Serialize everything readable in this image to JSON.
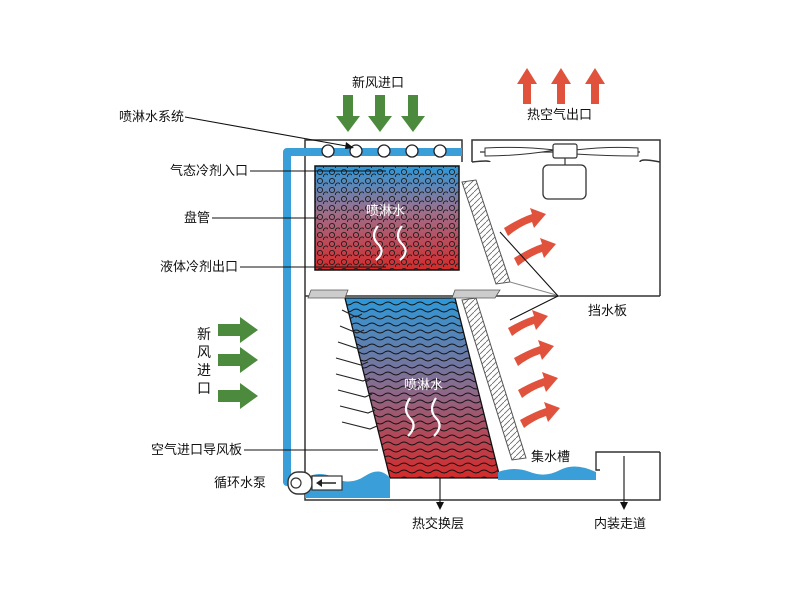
{
  "labels": {
    "fresh_air_top": "新风进口",
    "hot_air_out": "热空气出口",
    "spray_system": "喷淋水系统",
    "gas_refrigerant_in": "气态冷剂入口",
    "coil": "盘管",
    "liquid_refrigerant_out": "液体冷剂出口",
    "fresh_air_side": "新风进口",
    "air_inlet_louver": "空气进口导风板",
    "circulating_pump": "循环水泵",
    "drift_eliminator": "挡水板",
    "water_basin": "集水槽",
    "heat_exchange_layer": "热交换层",
    "inner_walkway": "内装走道",
    "spray_water_coil": "喷淋水",
    "spray_water_fill": "喷淋水"
  },
  "colors": {
    "fresh_air_arrow": "#4c8a3e",
    "hot_air_arrow": "#e0523c",
    "water": "#3a9fd8",
    "hot": "#d42a2a",
    "cool": "#2d98d8"
  },
  "icons": {
    "fresh_air": "arrow-icon",
    "hot_air": "arrow-icon",
    "fan": "fan-icon",
    "pump": "pump-icon",
    "nozzle": "spray-nozzle-icon"
  }
}
